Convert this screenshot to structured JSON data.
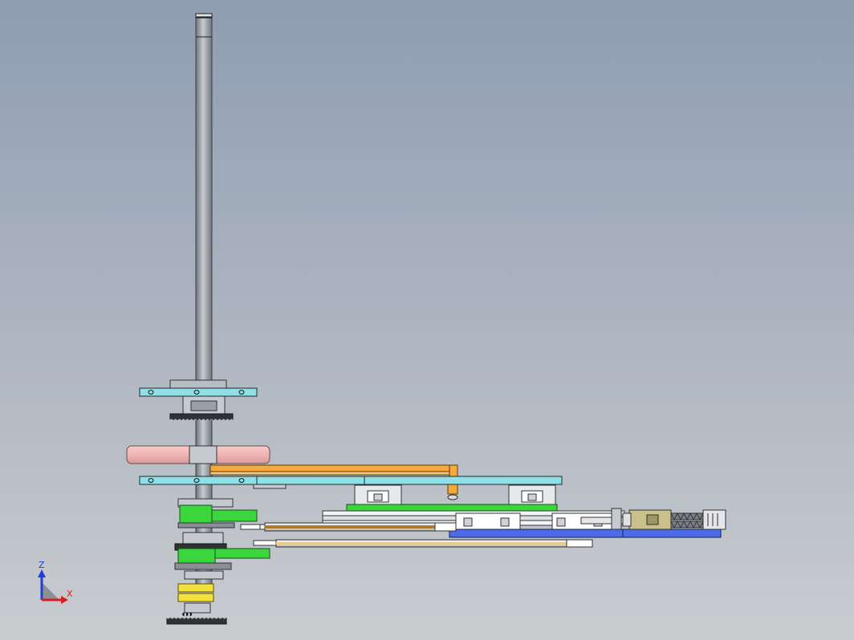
{
  "viewport": {
    "background_top": "#8f9db2",
    "background_bottom": "#c9cccf"
  },
  "model": {
    "parts": [
      {
        "name": "vertical-shaft",
        "color": "#9a9fa6"
      },
      {
        "name": "upper-support-plate",
        "color": "#8fe0e6"
      },
      {
        "name": "lower-support-plate",
        "color": "#8fe0e6"
      },
      {
        "name": "sprocket",
        "color": "#3a3f45"
      },
      {
        "name": "pulley-disc",
        "color": "#f2b8b8"
      },
      {
        "name": "orange-top-rail",
        "color": "#f2a93b"
      },
      {
        "name": "cyan-guide-plate",
        "color": "#8fe0e6"
      },
      {
        "name": "green-carriage-plate",
        "color": "#3bd63b"
      },
      {
        "name": "blue-base-plate",
        "color": "#4d6ae8"
      },
      {
        "name": "green-arm-upper",
        "color": "#3bd63b"
      },
      {
        "name": "green-arm-lower",
        "color": "#3bd63b"
      },
      {
        "name": "brown-rod",
        "color": "#b07a2a"
      },
      {
        "name": "tan-rod",
        "color": "#e8c98a"
      },
      {
        "name": "yellow-coupling",
        "color": "#f2e23b"
      },
      {
        "name": "olive-bracket",
        "color": "#c9c08a"
      },
      {
        "name": "ball-screw",
        "color": "#7a7f86"
      }
    ]
  },
  "triad": {
    "z_label": "Z",
    "x_label": "X",
    "z_color": "#1f3fd6",
    "x_color": "#d62020"
  }
}
